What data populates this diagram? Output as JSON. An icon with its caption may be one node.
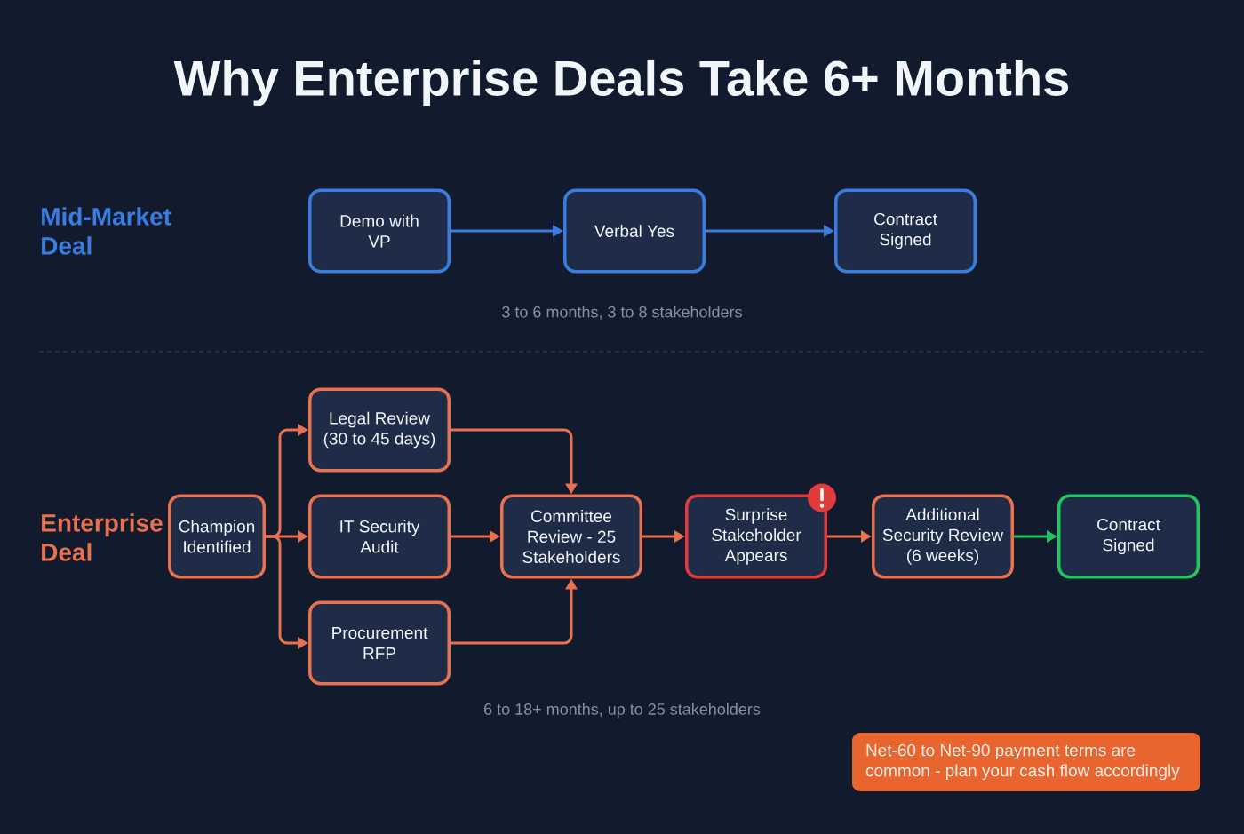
{
  "diagram": {
    "title": "Why Enterprise Deals Take 6+ Months",
    "nodes": [
      {
        "text": [
          "Demo with VP"
        ]
      },
      {
        "text": [
          "Verbal Yes"
        ]
      },
      {
        "text": [
          "Contract Signed"
        ]
      },
      {
        "text": [
          "Champion Identified"
        ]
      },
      {
        "text": [
          "Legal Review (30 to 45 days)"
        ]
      },
      {
        "text": [
          "IT Security Audit"
        ]
      },
      {
        "text": [
          "Procurement RFP"
        ]
      },
      {
        "text": [
          "Committee Review - 25 Stakeholders"
        ]
      },
      {
        "text": [
          "Surprise Stakeholder Appears"
        ]
      },
      {
        "text": [
          "Additional Security Review (6 weeks)"
        ]
      },
      {
        "text": [
          "Contract Signed"
        ]
      },
      {
        "text": [
          "Net-60 to Net-90 payment terms are common - plan your cash flow accordingly"
        ]
      }
    ],
    "edges": [
      {
        "from": 0,
        "to": 1,
        "arrow": "to",
        "color": "#3a7de0"
      },
      {
        "from": 1,
        "to": 2,
        "arrow": "to",
        "color": "#3a7de0"
      },
      {
        "from": 3,
        "to": 4,
        "arrow": "to"
      },
      {
        "from": 3,
        "to": 5,
        "arrow": "to"
      },
      {
        "from": 3,
        "to": 6,
        "arrow": "to"
      },
      {
        "from": 4,
        "to": 7,
        "arrow": "to"
      },
      {
        "from": 5,
        "to": 7,
        "arrow": "to"
      },
      {
        "from": 6,
        "to": 7,
        "arrow": "to"
      },
      {
        "from": 7,
        "to": 8,
        "arrow": "to"
      },
      {
        "from": 8,
        "to": 9,
        "arrow": "to"
      },
      {
        "from": 9,
        "to": 10,
        "arrow": "to",
        "color": "#22c55e"
      }
    ],
    "labels": [
      "Mid-Market Deal",
      "3 to 6 months, 3 to 8 stakeholders",
      "Enterprise Deal",
      "6 to 18+ months, up to 25 stakeholders"
    ]
  }
}
